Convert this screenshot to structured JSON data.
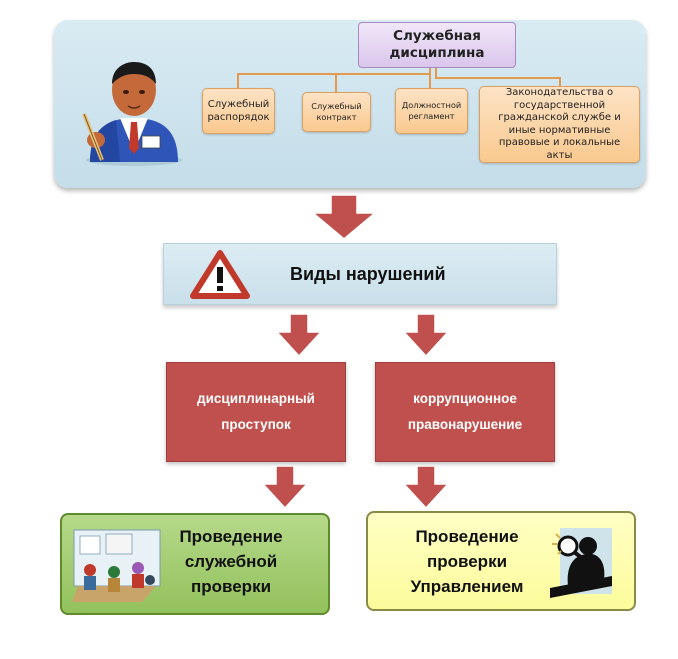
{
  "top_section": {
    "title": "Служебная дисциплина",
    "items": [
      "Служебный распорядок",
      "Служебный контракт",
      "Должностной регламент",
      "Законодательства о государственной гражданской службе и иные нормативные правовые и локальные акты"
    ]
  },
  "violations": {
    "title": "Виды нарушений",
    "types": [
      "дисциплинарный проступок",
      "коррупционное правонарушение"
    ]
  },
  "outcomes": [
    "Проведение служебной проверки",
    "Проведение проверки Управлением"
  ],
  "icons": {
    "person": "businessman-with-pen-icon",
    "warning": "warning-triangle-icon",
    "meeting": "meeting-room-icon",
    "inspector": "magnifier-inspector-icon"
  },
  "colors": {
    "panel_blue": "#c9dfea",
    "discipline_purple": "#dac6ec",
    "orange_box": "#fbd3a4",
    "red_box": "#c0504d",
    "green_box": "#9bc764",
    "yellow_box": "#ffffb0"
  }
}
